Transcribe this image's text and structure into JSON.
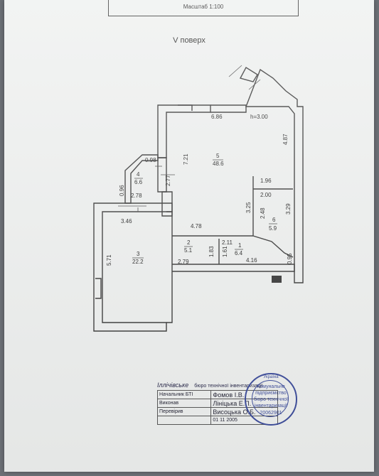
{
  "document": {
    "scale": "Масштаб  1:100",
    "floor": "V поверх"
  },
  "dimensions": {
    "d1": "6.86",
    "d2": "h=3.00",
    "d3": "4.87",
    "d4": "7.21",
    "d5": "0.98",
    "d6": "2.77",
    "d7": "0.96",
    "d8": "2.78",
    "d9": "3.46",
    "d10": "4.78",
    "d11": "1.96",
    "d12": "2.00",
    "d13": "3.25",
    "d14": "2.48",
    "d15": "3.29",
    "d16": "2.11",
    "d17": "5.71",
    "d18": "2.79",
    "d19": "1.83",
    "d20": "1.61",
    "d21": "4.16",
    "d22": "0.95"
  },
  "rooms": [
    {
      "num": "5",
      "area": "48.6"
    },
    {
      "num": "4",
      "area": "6.6"
    },
    {
      "num": "6",
      "area": "5.9"
    },
    {
      "num": "2",
      "area": "5.1"
    },
    {
      "num": "1",
      "area": "6.4"
    },
    {
      "num": "3",
      "area": "22.2"
    }
  ],
  "stamp": {
    "bureau": "Іллічівське",
    "bureau_sub": "бюро технічної інвентаризації",
    "row1_role": "Начальник БТІ",
    "row1_name": "Фомов І.В.",
    "row2_role": "Виконав",
    "row2_name": "Лініцька Е.П.",
    "row3_role": "Перевірив",
    "row3_name": "Висоцька О.Б.",
    "date": "01 11 2005",
    "seal_line1": "Комунальне",
    "seal_line2": "підприємство",
    "seal_line3": "бюро технічної",
    "seal_line4": "інвентаризації",
    "seal_code": "20062901",
    "seal_ring": "Україна"
  }
}
